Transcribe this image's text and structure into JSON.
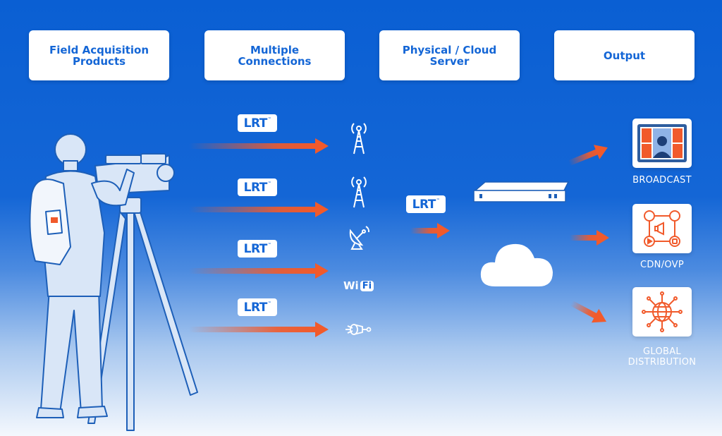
{
  "headers": [
    {
      "label": "Field Acquisition\nProducts"
    },
    {
      "label": "Multiple\nConnections"
    },
    {
      "label": "Physical / Cloud\nServer"
    },
    {
      "label": "Output"
    }
  ],
  "lrt_badge": {
    "text": "LRT",
    "mark": "™"
  },
  "connections": [
    {
      "icon": "cell-tower-icon"
    },
    {
      "icon": "cell-tower-icon"
    },
    {
      "icon": "satellite-dish-icon"
    },
    {
      "icon": "wifi-icon",
      "label_left": "Wi",
      "label_right": "Fi"
    },
    {
      "icon": "fiber-cable-icon"
    }
  ],
  "server": {
    "icons": [
      "rack-server-icon",
      "cloud-icon"
    ]
  },
  "outputs": [
    {
      "label": "BROADCAST",
      "icon": "broadcast-screen-icon"
    },
    {
      "label": "CDN/OVP",
      "icon": "social-media-icon"
    },
    {
      "label": "GLOBAL\nDISTRIBUTION",
      "icon": "globe-network-icon"
    }
  ],
  "colors": {
    "background": "#1466d6",
    "arrow": "#f15a2b",
    "box": "#ffffff",
    "text": "#1466d6"
  }
}
